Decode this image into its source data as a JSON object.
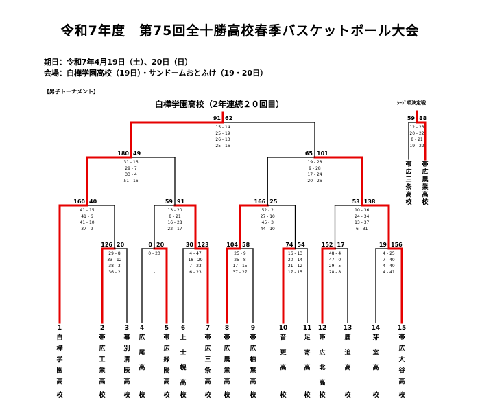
{
  "title": "令和7年度　第75回全十勝高校春季バスケットボール大会",
  "dates": "期日：令和7年4月19日（土）、20日（日）",
  "venue": "会場：白樺学園高校（19日）・サンドームおとふけ（19・20日）",
  "section": "【男子トーナメント】",
  "champion": "白樺学園高校（2年連続２０回目）",
  "seed_label": "ｼｰﾄﾞ順決定戦",
  "colors": {
    "win": "#e60000",
    "line": "#000000"
  },
  "teams": [
    {
      "no": "1",
      "name": "白樺学園高校"
    },
    {
      "no": "2",
      "name": "帯広工業高校"
    },
    {
      "no": "3",
      "name": "幕別清陵高校"
    },
    {
      "no": "4",
      "name": "広尾高校"
    },
    {
      "no": "5",
      "name": "帯広緑陽高校"
    },
    {
      "no": "6",
      "name": "上士幌高校"
    },
    {
      "no": "7",
      "name": "帯広三条高校"
    },
    {
      "no": "8",
      "name": "帯広農業高校"
    },
    {
      "no": "9",
      "name": "帯広柏葉高校"
    },
    {
      "no": "10",
      "name": "音更高校"
    },
    {
      "no": "11",
      "name": "足寄高校"
    },
    {
      "no": "12",
      "name": "帯広北高校"
    },
    {
      "no": "13",
      "name": "鹿追高校"
    },
    {
      "no": "14",
      "name": "芽室高校"
    },
    {
      "no": "15",
      "name": "帯広大谷高校"
    }
  ],
  "seed_teams": [
    {
      "name": "帯広三条高校"
    },
    {
      "name": "帯広農業高校"
    }
  ],
  "matches": [
    {
      "l": "",
      "r": "",
      "q": []
    },
    {
      "l": "126",
      "r": "20",
      "q": [
        "29 - 8",
        "33 - 12",
        "38 - 3",
        "36 - 2"
      ]
    },
    {
      "l": "0",
      "r": "20",
      "q": [
        "0 - 20",
        "-",
        "-",
        "-"
      ]
    },
    {
      "l": "30",
      "r": "123",
      "q": [
        "4 - 47",
        "18 - 29",
        "7 - 23",
        "6 - 23"
      ]
    },
    {
      "l": "104",
      "r": "58",
      "q": [
        "25 - 9",
        "25 - 8",
        "17 - 15",
        "37 - 27"
      ]
    },
    {
      "l": "74",
      "r": "54",
      "q": [
        "16 - 13",
        "20 - 14",
        "21 - 12",
        "17 - 15"
      ]
    },
    {
      "l": "152",
      "r": "17",
      "q": [
        "48 - 4",
        "47 - 0",
        "29 - 5",
        "28 - 8"
      ]
    },
    {
      "l": "19",
      "r": "156",
      "q": [
        "4 - 25",
        "7 - 40",
        "4 - 40",
        "4 - 41"
      ]
    },
    {
      "l": "160",
      "r": "40",
      "q": [
        "41 - 15",
        "41 - 6",
        "41 - 10",
        "37 - 9"
      ]
    },
    {
      "l": "59",
      "r": "91",
      "q": [
        "13 - 20",
        "8 - 21",
        "16 - 28",
        "22 - 17"
      ]
    },
    {
      "l": "166",
      "r": "25",
      "q": [
        "52 - 2",
        "27 - 10",
        "45 - 3",
        "44 - 10"
      ]
    },
    {
      "l": "53",
      "r": "138",
      "q": [
        "10 - 36",
        "24 - 34",
        "13 - 37",
        "6 - 31"
      ]
    },
    {
      "l": "180",
      "r": "49",
      "q": [
        "31 - 16",
        "29 - 7",
        "33 - 4",
        "51 - 16"
      ]
    },
    {
      "l": "65",
      "r": "101",
      "q": [
        "19 - 28",
        "9 - 28",
        "17 - 24",
        "20 - 26"
      ]
    },
    {
      "l": "91",
      "r": "62",
      "q": [
        "15 - 14",
        "25 - 19",
        "26 - 13",
        "25 - 16"
      ]
    },
    {
      "l": "59",
      "r": "88",
      "q": [
        "12 - 23",
        "20 - 22",
        "8 - 21",
        "19 - 22"
      ]
    }
  ]
}
